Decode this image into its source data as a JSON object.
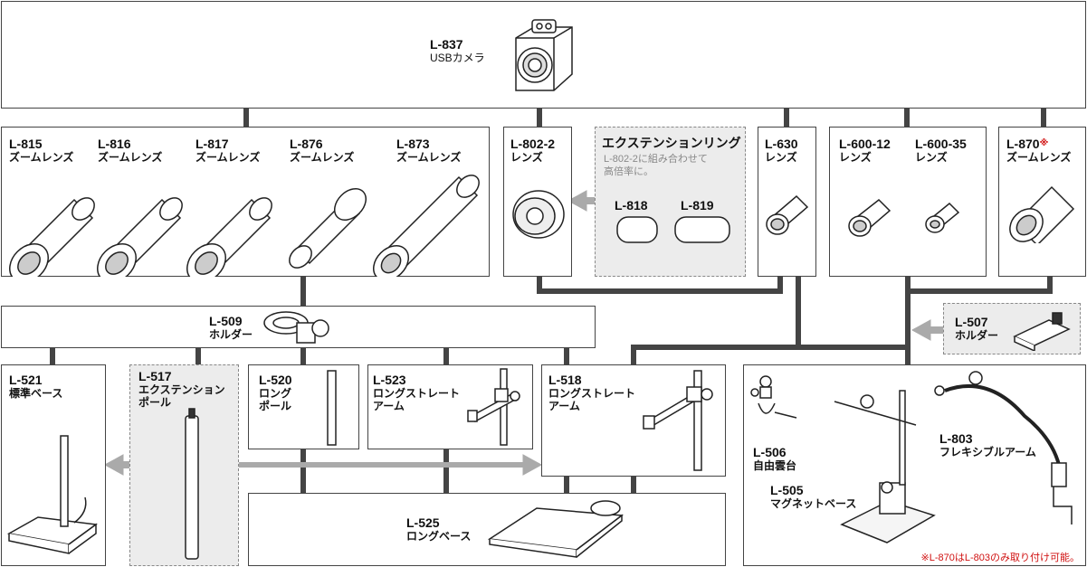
{
  "colors": {
    "line": "#444444",
    "arrow": "#aaaaaa",
    "panel": "#ececec",
    "note": "#d01010"
  },
  "camera": {
    "code": "L-837",
    "name": "USBカメラ"
  },
  "lenses": [
    {
      "code": "L-815",
      "name": "ズームレンズ"
    },
    {
      "code": "L-816",
      "name": "ズームレンズ"
    },
    {
      "code": "L-817",
      "name": "ズームレンズ"
    },
    {
      "code": "L-876",
      "name": "ズームレンズ"
    },
    {
      "code": "L-873",
      "name": "ズームレンズ"
    }
  ],
  "l802": {
    "code": "L-802-2",
    "name": "レンズ"
  },
  "ext_ring": {
    "title": "エクステンションリング",
    "note1": "L-802-2に組み合わせて",
    "note2": "高倍率に。",
    "a": "L-818",
    "b": "L-819"
  },
  "l630": {
    "code": "L-630",
    "name": "レンズ"
  },
  "l600": [
    {
      "code": "L-600-12",
      "name": "レンズ"
    },
    {
      "code": "L-600-35",
      "name": "レンズ"
    }
  ],
  "l870": {
    "code": "L-870",
    "mark": "※",
    "name": "ズームレンズ"
  },
  "l509": {
    "code": "L-509",
    "name": "ホルダー"
  },
  "l507": {
    "code": "L-507",
    "name": "ホルダー"
  },
  "l521": {
    "code": "L-521",
    "name": "標準ベース"
  },
  "l517": {
    "code": "L-517",
    "name1": "エクステンション",
    "name2": "ポール"
  },
  "l520": {
    "code": "L-520",
    "name1": "ロング",
    "name2": "ポール"
  },
  "l523": {
    "code": "L-523",
    "name1": "ロングストレート",
    "name2": "アーム"
  },
  "l518": {
    "code": "L-518",
    "name1": "ロングストレート",
    "name2": "アーム"
  },
  "l525": {
    "code": "L-525",
    "name": "ロングベース"
  },
  "l506": {
    "code": "L-506",
    "name": "自由雲台"
  },
  "l505": {
    "code": "L-505",
    "name": "マグネットベース"
  },
  "l803": {
    "code": "L-803",
    "name": "フレキシブルアーム"
  },
  "footnote": "※L-870はL-803のみ取り付け可能。"
}
